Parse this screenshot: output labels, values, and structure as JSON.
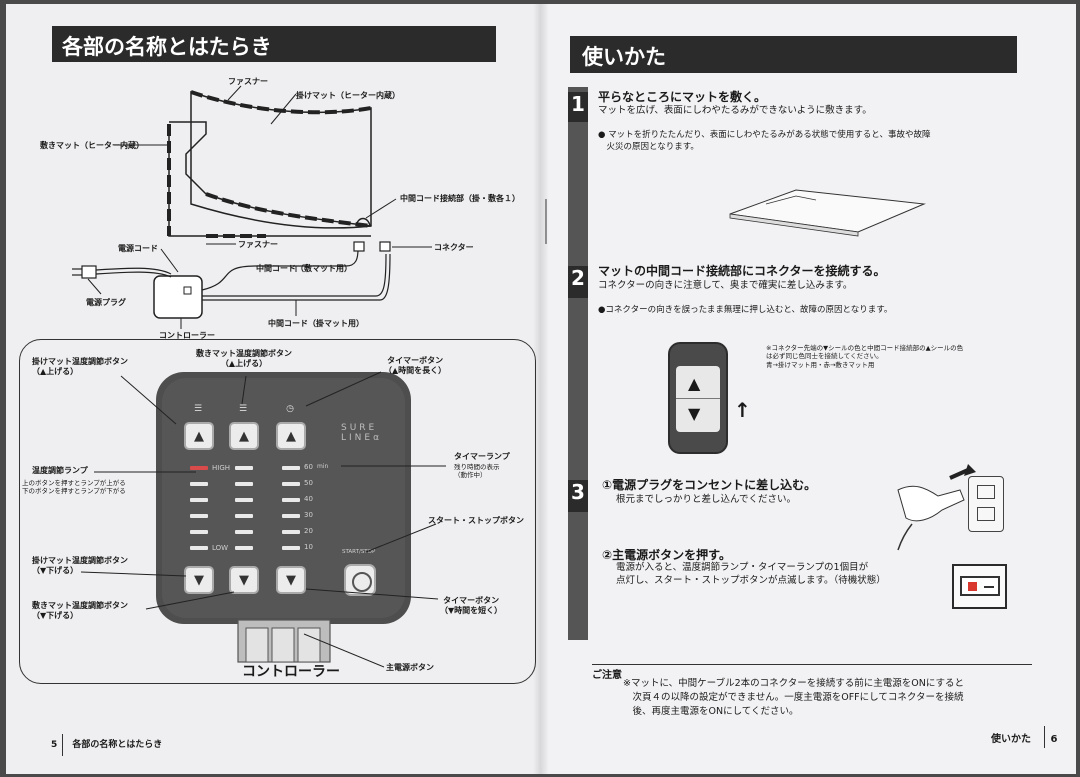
{
  "left": {
    "header": "各部の名称とはたらき",
    "labels": {
      "fastener_top": "ファスナー",
      "kake_mat": "掛けマット（ヒーター内蔵）",
      "shiki_mat": "敷きマット（ヒーター内蔵）",
      "cord_joint": "中間コード接続部（掛・敷各１）",
      "power_cord": "電源コード",
      "fastener_bottom": "ファスナー",
      "connector": "コネクター",
      "cord_shiki": "中間コード（敷マット用）",
      "power_plug": "電源プラグ",
      "cord_kake": "中間コード（掛マット用）",
      "controller": "コントローラー"
    },
    "panel": {
      "kake_up": "掛けマット温度調節ボタン\n（▲上げる）",
      "shiki_up": "敷きマット温度調節ボタン\n（▲上げる）",
      "timer_up": "タイマーボタン\n（▲時間を長く）",
      "temp_lamp": "温度調節ランプ",
      "temp_lamp_desc": "上のボタンを押すとランプが上がる\n下のボタンを押すとランプが下がる",
      "timer_lamp": "タイマーランプ",
      "timer_lamp_desc": "残り時間の表示\n（動作中）",
      "start_stop": "スタート・ストップボタン",
      "kake_down": "掛けマット温度調節ボタン\n（▼下げる）",
      "shiki_down": "敷きマット温度調節ボタン\n（▼下げる）",
      "timer_down": "タイマーボタン\n（▼時間を短く）",
      "main_power": "主電源ボタン",
      "controller_title": "コントローラー",
      "brand": "SURE\nLINEα",
      "high": "HIGH",
      "low": "LOW",
      "scale": [
        "60",
        "50",
        "40",
        "30",
        "20",
        "10"
      ],
      "scale_unit": "min",
      "start_stop_small": "START/STOP"
    },
    "footer": {
      "page": "5",
      "title": "各部の名称とはたらき"
    }
  },
  "right": {
    "header": "使いかた",
    "steps": [
      {
        "num": "1",
        "title": "平らなところにマットを敷く。",
        "text": "マットを広げ、表面にしわやたるみができないように敷きます。",
        "note": "● マットを折りたたんだり、表面にしわやたるみがある状態で使用すると、事故や故障\n　火災の原因となります。"
      },
      {
        "num": "2",
        "title": "マットの中間コード接続部にコネクターを接続する。",
        "text": "コネクターの向きに注意して、奥まで確実に差し込みます。",
        "note": "●コネクターの向きを誤ったまま無理に押し込むと、故障の原因となります。",
        "side_note": "※コネクター先端の▼シールの色と中間コード接続部の▲シールの色\nは必ず同じ色同士を接続してください。\n青→掛けマット用・赤→敷きマット用"
      },
      {
        "num": "3",
        "title": "①電源プラグをコンセントに差し込む。",
        "text": "根元までしっかりと差し込んでください。",
        "title2": "②主電源ボタンを押す。",
        "text2": "電源が入ると、温度調節ランプ・タイマーランプの1個目が\n点灯し、スタート・ストップボタンが点滅します。（待機状態）"
      }
    ],
    "caution": {
      "title": "ご注意",
      "text": "※マットに、中間ケーブル2本のコネクターを接続する前に主電源をONにすると\n　次頁４の以降の設定ができません。一度主電源をOFFにしてコネクターを接続\n　後、再度主電源をONにしてください。"
    },
    "footer": {
      "title": "使いかた",
      "page": "6"
    }
  },
  "colors": {
    "header_bg": "#2b2b2b",
    "controller_body": "#4e4e4e",
    "lamp_red": "#d94a4a",
    "switch_lamp": "#d8382e"
  }
}
